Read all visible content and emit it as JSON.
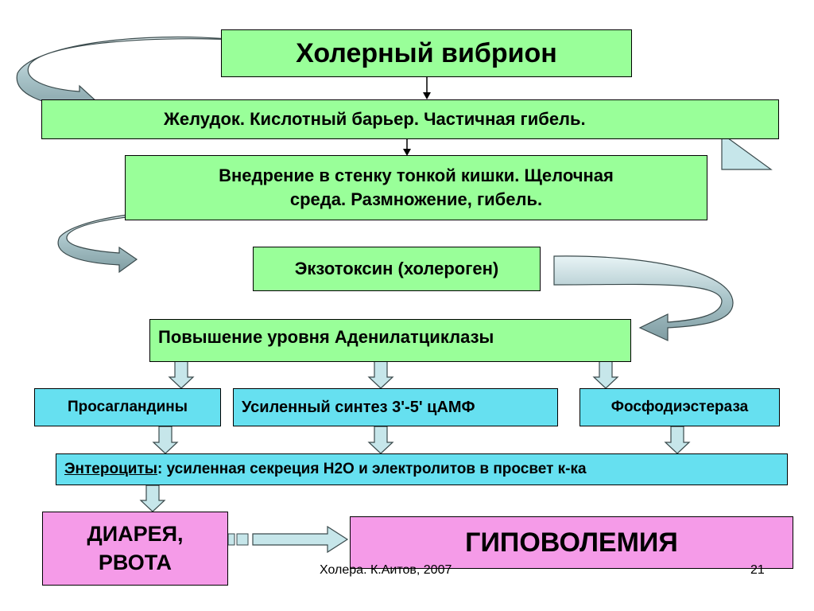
{
  "title": "Холерный вибрион",
  "stomach": "Желудок. Кислотный барьер. Частичная гибель.",
  "intestine_line1": "Внедрение в стенку тонкой кишки. Щелочная",
  "intestine_line2": "среда. Размножение, гибель.",
  "exotoxin": "Экзотоксин (холероген)",
  "adenylate": "Повышение уровня Аденилатциклазы",
  "prostaglandins": "Просагландины",
  "camp": "Усиленный синтез 3'-5' цАМФ",
  "phosphodiesterase": "Фосфодиэстераза",
  "enterocytes_label": "Энтероциты",
  "enterocytes_text": ": усиленная секреция Н2О и электролитов в просвет к-ка",
  "diarrhea_line1": "ДИАРЕЯ,",
  "diarrhea_line2": "РВОТА",
  "hypovolemia": "ГИПОВОЛЕМИЯ",
  "footer_text": "Холера. К.Аитов, 2007",
  "slide_number": "21",
  "colors": {
    "green_box": "#99ff99",
    "cyan_box": "#66e0f0",
    "pink_box": "#f59be8",
    "arrow_fill": "#c6e6ea"
  }
}
